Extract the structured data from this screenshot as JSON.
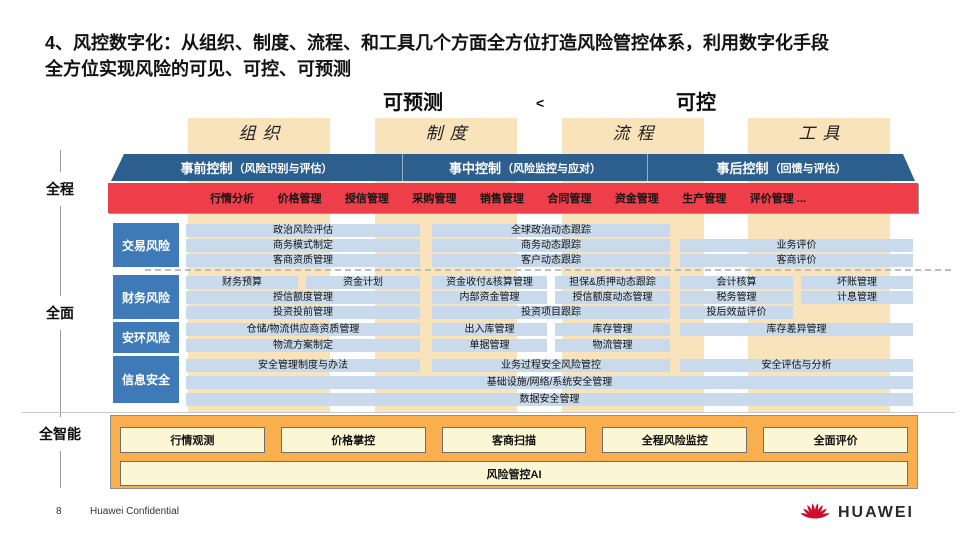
{
  "slide": {
    "title_line1": "4、风控数字化：从组织、制度、流程、和工具几个方面全方位打造风险管控体系，利用数字化手段",
    "title_line2": "全方位实现风险的可见、可控、可预测",
    "banner": {
      "left": "可预测",
      "comparator": "<",
      "right": "可控"
    }
  },
  "pillars": [
    {
      "label": "组织"
    },
    {
      "label": "制度"
    },
    {
      "label": "流程"
    },
    {
      "label": "工具"
    }
  ],
  "phases": [
    {
      "label": "事前控制",
      "sub": "（风险识别与评估）"
    },
    {
      "label": "事中控制",
      "sub": "（风险监控与应对）"
    },
    {
      "label": "事后控制",
      "sub": "（回馈与评估）"
    }
  ],
  "process_items": [
    "行情分析",
    "价格管理",
    "授信管理",
    "采购管理",
    "销售管理",
    "合同管理",
    "资金管理",
    "生产管理",
    "评价管理 ..."
  ],
  "axis_labels": {
    "top": "全程",
    "middle": "全面",
    "bottom": "全智能"
  },
  "risk_rows": [
    {
      "label": "交易风险",
      "cells": [
        {
          "t": "政治风险评估",
          "c": "A",
          "r": 0
        },
        {
          "t": "商务模式制定",
          "c": "A",
          "r": 1
        },
        {
          "t": "客商资质管理",
          "c": "A",
          "r": 2
        },
        {
          "t": "全球政治动态跟踪",
          "c": "B",
          "r": 0
        },
        {
          "t": "商务动态跟踪",
          "c": "B",
          "r": 1
        },
        {
          "t": "客户动态跟踪",
          "c": "B",
          "r": 2
        },
        {
          "t": "业务评价",
          "c": "C",
          "r": 1
        },
        {
          "t": "客商评价",
          "c": "C",
          "r": 2
        }
      ]
    },
    {
      "label": "财务风险",
      "cells": [
        {
          "t": "财务预算",
          "c": "A1",
          "r": 0
        },
        {
          "t": "资金计划",
          "c": "A2",
          "r": 0
        },
        {
          "t": "授信额度管理",
          "c": "A",
          "r": 1
        },
        {
          "t": "投资投前管理",
          "c": "A",
          "r": 2
        },
        {
          "t": "资金收付&核算管理",
          "c": "B1",
          "r": 0
        },
        {
          "t": "担保&质押动态跟踪",
          "c": "B2",
          "r": 0
        },
        {
          "t": "内部资金管理",
          "c": "B1",
          "r": 1
        },
        {
          "t": "授信额度动态管理",
          "c": "B2",
          "r": 1
        },
        {
          "t": "投资项目跟踪",
          "c": "B",
          "r": 2
        },
        {
          "t": "会计核算",
          "c": "C1",
          "r": 0
        },
        {
          "t": "坏账管理",
          "c": "C2",
          "r": 0
        },
        {
          "t": "税务管理",
          "c": "C1",
          "r": 1
        },
        {
          "t": "计息管理",
          "c": "C2",
          "r": 1
        },
        {
          "t": "投后效益评价",
          "c": "C1",
          "r": 2
        }
      ]
    },
    {
      "label": "安环风险",
      "cells": [
        {
          "t": "仓储/物流供应商资质管理",
          "c": "A",
          "r": 0
        },
        {
          "t": "物流方案制定",
          "c": "A",
          "r": 1
        },
        {
          "t": "出入库管理",
          "c": "B1",
          "r": 0
        },
        {
          "t": "库存管理",
          "c": "B2",
          "r": 0
        },
        {
          "t": "单据管理",
          "c": "B1",
          "r": 1
        },
        {
          "t": "物流管理",
          "c": "B2",
          "r": 1
        },
        {
          "t": "库存差异管理",
          "c": "C",
          "r": 0
        }
      ]
    },
    {
      "label": "信息安全",
      "cells": [
        {
          "t": "安全管理制度与办法",
          "c": "A",
          "r": 0
        },
        {
          "t": "业务过程安全风险管控",
          "c": "B",
          "r": 0
        },
        {
          "t": "安全评估与分析",
          "c": "C",
          "r": 0
        },
        {
          "t": "基础设施/网络/系统安全管理",
          "c": "F",
          "r": 1
        },
        {
          "t": "数据安全管理",
          "c": "F",
          "r": 2
        }
      ]
    }
  ],
  "smart": {
    "boxes": [
      "行情观测",
      "价格掌控",
      "客商扫描",
      "全程风险监控",
      "全面评价"
    ],
    "ai_label": "风险管控AI"
  },
  "footer": {
    "page": "8",
    "confidential": "Huawei Confidential",
    "brand": "HUAWEI"
  },
  "colors": {
    "pillar_tan": "#F8E3BB",
    "phase_navy": "#2C5F8E",
    "process_red": "#EE3E4A",
    "risk_label_blue": "#3E7AB8",
    "risk_cell_blue": "#C8DAEC",
    "smart_orange": "#F9AF4D",
    "smart_yellow": "#FBF7D4",
    "huawei_red": "#CE0E2D"
  }
}
